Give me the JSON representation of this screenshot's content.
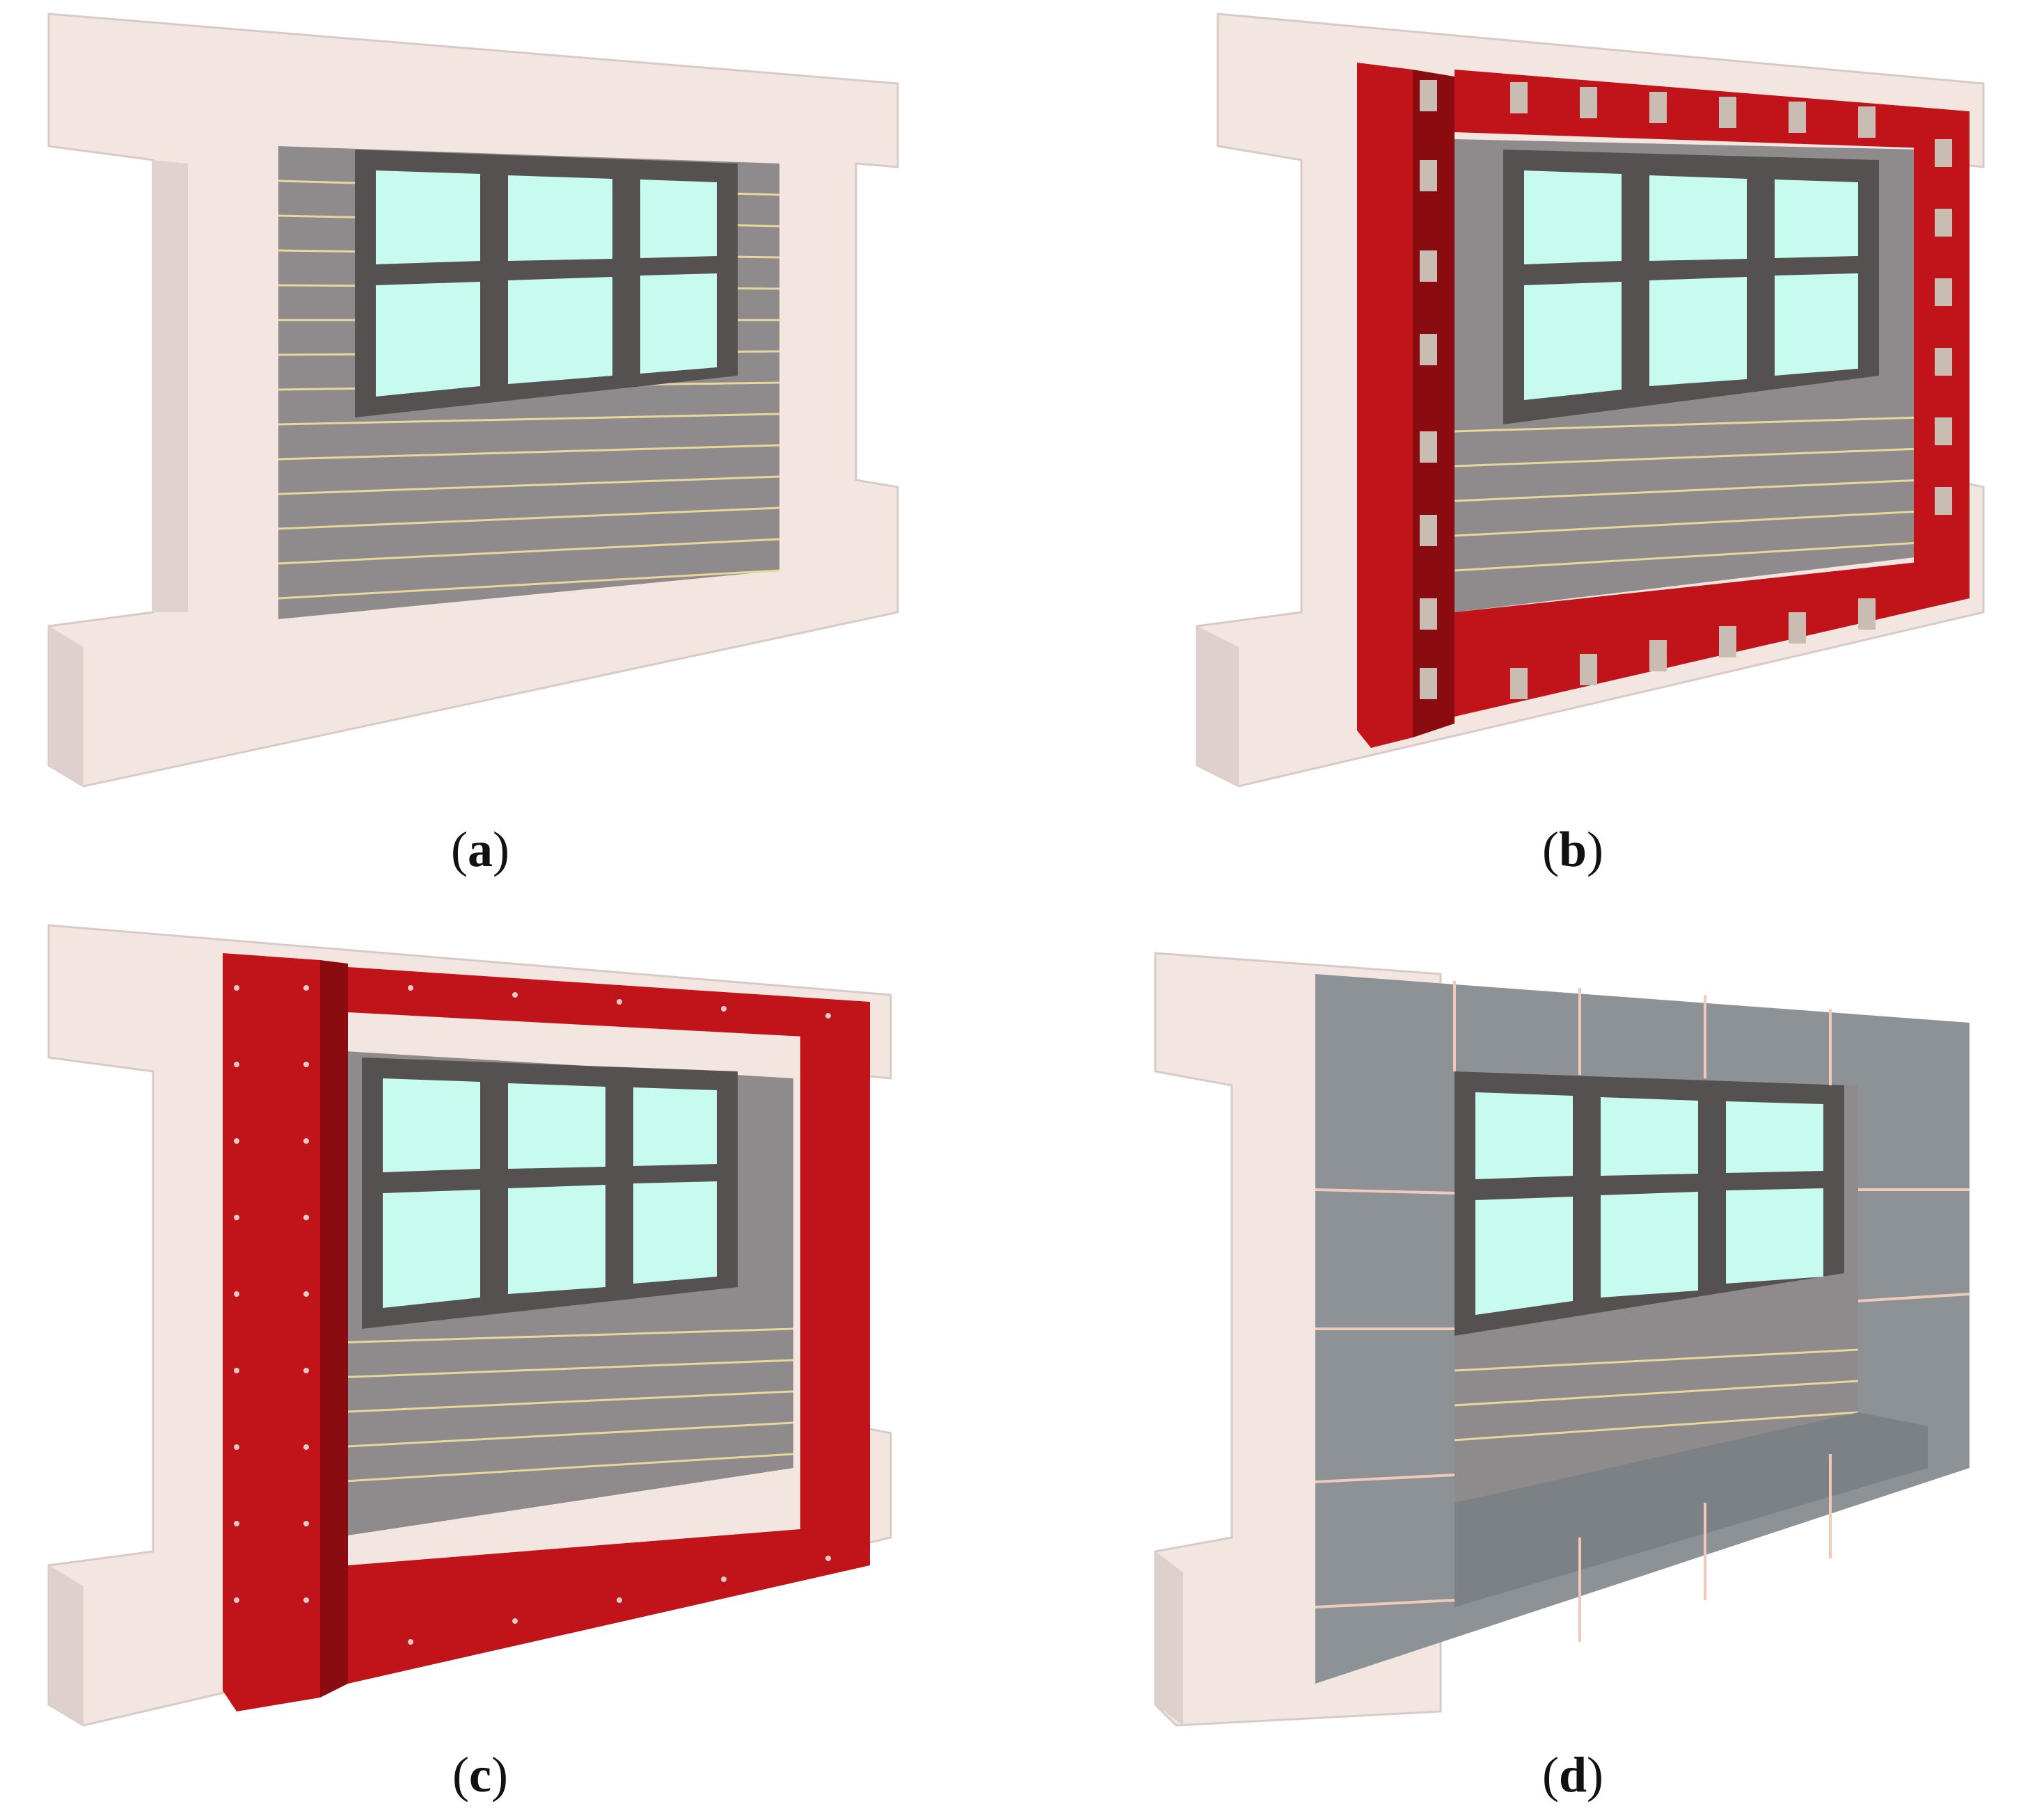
{
  "figure": {
    "panels": [
      {
        "id": "a",
        "caption_open": "(",
        "caption_letter": "a",
        "caption_close": ")",
        "stage": "masonry-wall-with-window"
      },
      {
        "id": "b",
        "caption_open": "(",
        "caption_letter": "b",
        "caption_close": ")",
        "stage": "steel-frame-with-spacers"
      },
      {
        "id": "c",
        "caption_open": "(",
        "caption_letter": "c",
        "caption_close": ")",
        "stage": "bolted-steel-frame"
      },
      {
        "id": "d",
        "caption_open": "(",
        "caption_letter": "d",
        "caption_close": ")",
        "stage": "stone-block-encasement"
      }
    ]
  },
  "colors": {
    "concrete": "#f3e6e1",
    "concrete_shade": "#d9cbc8",
    "brick": "#8f8a8c",
    "mortar": "#e8d79a",
    "window_frame": "#555150",
    "glass": "#c8fbef",
    "steel_red": "#c0141a",
    "steel_dark": "#8a0c10",
    "spacer": "#c9bdb3",
    "stone": "#8d9296",
    "stone_joint": "#f0c9b8"
  }
}
